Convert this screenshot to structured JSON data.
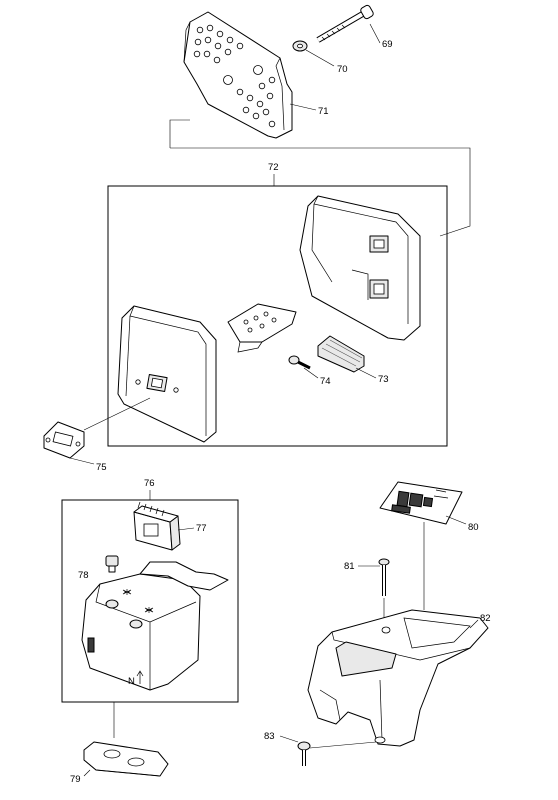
{
  "diagram": {
    "part_numbers": {
      "p69": "69",
      "p70": "70",
      "p71": "71",
      "p72": "72",
      "p73": "73",
      "p74": "74",
      "p75": "75",
      "p76": "76",
      "p77": "77",
      "p78": "78",
      "p79": "79",
      "p80": "80",
      "p81": "81",
      "p82": "82",
      "p83": "83"
    },
    "markings": {
      "filter_cover_arrow_letter": "N"
    }
  }
}
